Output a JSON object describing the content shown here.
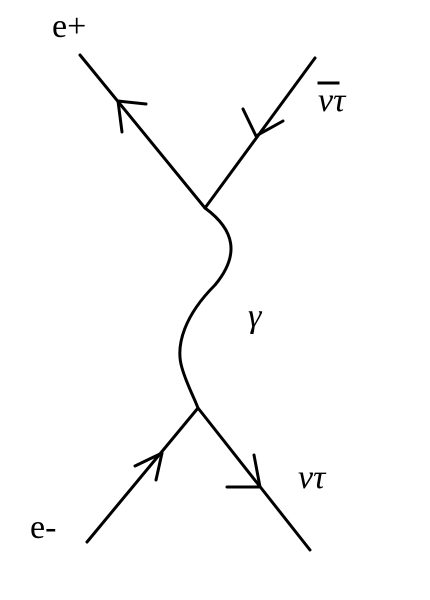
{
  "labels": {
    "positron": "e+",
    "electron": "e-",
    "photon": "γ",
    "tau_neutrino": "ντ",
    "tau_antineutrino": "ντ"
  }
}
